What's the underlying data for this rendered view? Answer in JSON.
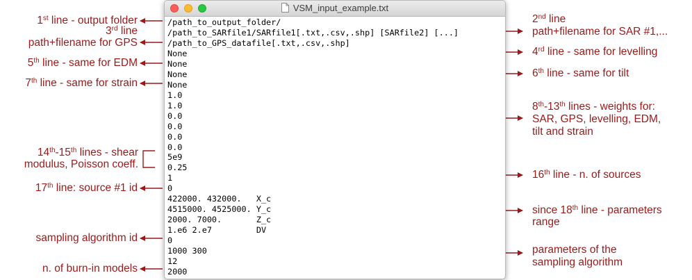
{
  "window": {
    "title": "VSM_input_example.txt",
    "icon": "document-icon",
    "controls": [
      "close",
      "minimize",
      "maximize"
    ]
  },
  "file_lines": [
    "/path_to_output_folder/",
    "/path_to_SARfile1/SARfile1[.txt,.csv,.shp] [SARfile2] [...]",
    "/path_to_GPS_datafile[.txt,.csv,.shp]",
    "None",
    "None",
    "None",
    "None",
    "1.0",
    "1.0",
    "0.0",
    "0.0",
    "0.0",
    "0.0",
    "5e9",
    "0.25",
    "1",
    "0",
    "422000. 432000.   X_c",
    "4515000. 4525000. Y_c",
    "2000. 7000.       Z_c",
    "1.e6 2.e7         DV",
    "0",
    "1000 300",
    "12",
    "2000"
  ],
  "annotations": {
    "a1": {
      "pre": "1",
      "sup": "st",
      "post": " line - output folder"
    },
    "a3a": {
      "pre": "3",
      "sup": "rd",
      "post": " line"
    },
    "a3b": {
      "text": "path+filename for GPS"
    },
    "a5": {
      "pre": "5",
      "sup": "th",
      "post": " line - same for EDM"
    },
    "a7": {
      "pre": "7",
      "sup": "th",
      "post": " line - same for strain"
    },
    "a14a": {
      "pre": "14",
      "sup": "th",
      "mid": "-15",
      "sup2": "th",
      "post": " lines - shear"
    },
    "a14b": {
      "text": "modulus, Poisson coeff."
    },
    "a17": {
      "pre": "17",
      "sup": "th",
      "post": " line: source #1 id"
    },
    "asamp": {
      "text": "sampling algorithm id"
    },
    "aburn": {
      "text": "n. of burn-in models"
    },
    "a2a": {
      "pre": "2",
      "sup": "nd",
      "post": " line"
    },
    "a2b": {
      "text": "path+filename for SAR #1,..."
    },
    "a4": {
      "pre": "4",
      "sup": "rd",
      "post": " line - same for levelling"
    },
    "a6": {
      "pre": "6",
      "sup": "th",
      "post": " line - same for tilt"
    },
    "a8a": {
      "pre": "8",
      "sup": "th",
      "mid": "-13",
      "sup2": "th",
      "post": " lines - weights for:"
    },
    "a8b": {
      "text": "SAR, GPS, levelling, EDM,"
    },
    "a8c": {
      "text": "tilt and strain"
    },
    "a16": {
      "pre": "16",
      "sup": "th",
      "post": " line - n. of sources"
    },
    "a18a": {
      "pre": "since 18",
      "sup": "th",
      "post": " line - parameters"
    },
    "a18b": {
      "text": "range"
    },
    "apara": {
      "text": "parameters of the"
    },
    "aparb": {
      "text": "sampling algorithm"
    }
  },
  "colors": {
    "annotation": "#9a1a1a",
    "close": "#fc5f57",
    "minimize": "#fdbc2e",
    "maximize": "#28c840"
  }
}
